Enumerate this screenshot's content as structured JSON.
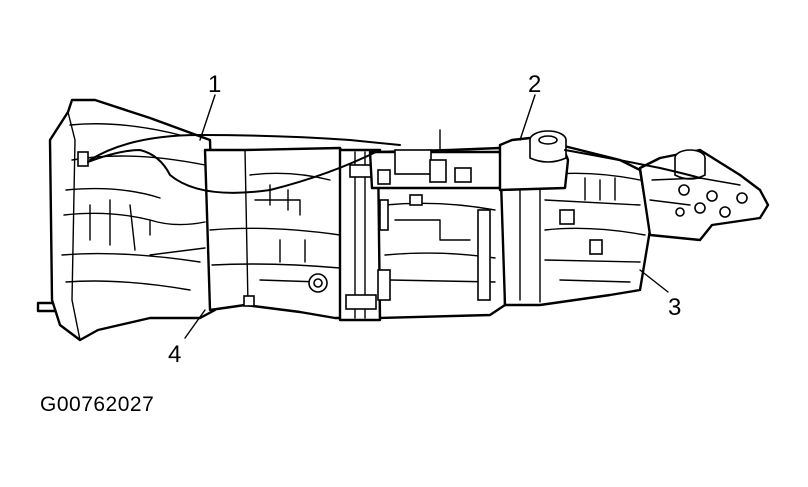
{
  "figure_id": "G00762027",
  "callouts": [
    {
      "id": "1",
      "label": "1"
    },
    {
      "id": "2",
      "label": "2"
    },
    {
      "id": "3",
      "label": "3"
    },
    {
      "id": "4",
      "label": "4"
    }
  ],
  "colors": {
    "ink": "#000000",
    "paper": "#ffffff"
  }
}
